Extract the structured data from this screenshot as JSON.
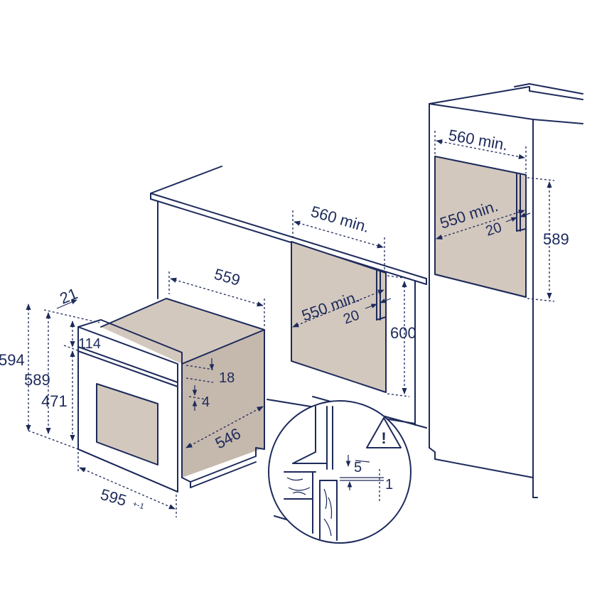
{
  "oven": {
    "depth": "559",
    "panel_thickness": "21",
    "total_height": "594",
    "body_height": "589",
    "door_height": "471",
    "top_gap": "114",
    "recess_top": "18",
    "recess_small": "4",
    "body_depth": "546",
    "width": "595",
    "width_tolerance": "+-1"
  },
  "under_counter": {
    "width_min": "560 min.",
    "inner_width_min": "550 min.",
    "side_gap": "20",
    "height": "600"
  },
  "tall_unit": {
    "width_min": "560 min.",
    "inner_width_min": "550 min.",
    "side_gap": "20",
    "height": "589"
  },
  "detail": {
    "gap_upper": "5",
    "gap_lower": "1",
    "warning_symbol": "!"
  },
  "colors": {
    "line": "#1d2a5b",
    "cavity": "#d3c8be"
  },
  "icons": [
    "warning-triangle-icon"
  ]
}
